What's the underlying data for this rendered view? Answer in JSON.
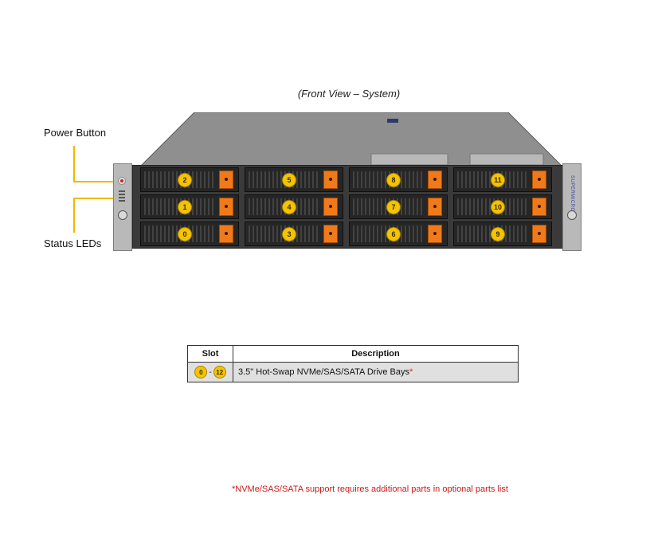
{
  "caption": "(Front View – System)",
  "callouts": {
    "power_button": "Power Button",
    "status_leds": "Status LEDs"
  },
  "ear_brand": "SUPERMICRO",
  "drive_slots": {
    "row_top": [
      "2",
      "5",
      "8",
      "11"
    ],
    "row_middle": [
      "1",
      "4",
      "7",
      "10"
    ],
    "row_bottom": [
      "0",
      "3",
      "6",
      "9"
    ]
  },
  "table": {
    "headers": {
      "slot": "Slot",
      "description": "Description"
    },
    "rows": [
      {
        "slot_start": "0",
        "slot_separator": "-",
        "slot_end": "12",
        "description": "3.5\" Hot-Swap NVMe/SAS/SATA Drive Bays",
        "asterisk": "*"
      }
    ]
  },
  "footnote": "*NVMe/SAS/SATA support requires additional parts in optional parts list",
  "colors": {
    "callout_line": "#f0b800",
    "slot_badge": "#f5c400",
    "drive_latch": "#f07a1a",
    "footnote": "#d01818"
  }
}
